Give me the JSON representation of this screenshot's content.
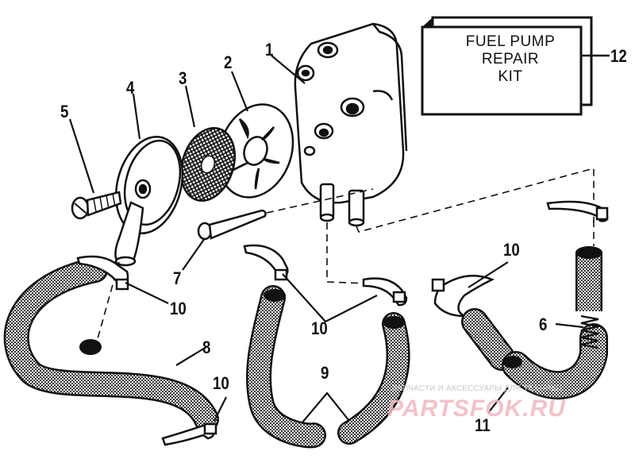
{
  "kit_box": {
    "line1": "FUEL PUMP",
    "line2": "REPAIR",
    "line3": "KIT"
  },
  "callouts": {
    "c1": "1",
    "c2": "2",
    "c3": "3",
    "c4": "4",
    "c5": "5",
    "c6": "6",
    "c7": "7",
    "c8": "8",
    "c9": "9",
    "c10a": "10",
    "c10b": "10",
    "c10c": "10",
    "c10d": "10",
    "c11": "11",
    "c12": "12"
  },
  "watermark": {
    "small": "ЗАПЧАСТИ И АКСЕССУАРЫ ДЛЯ ТЕХНИКИ",
    "brand": "PARTSFOK.RU"
  }
}
